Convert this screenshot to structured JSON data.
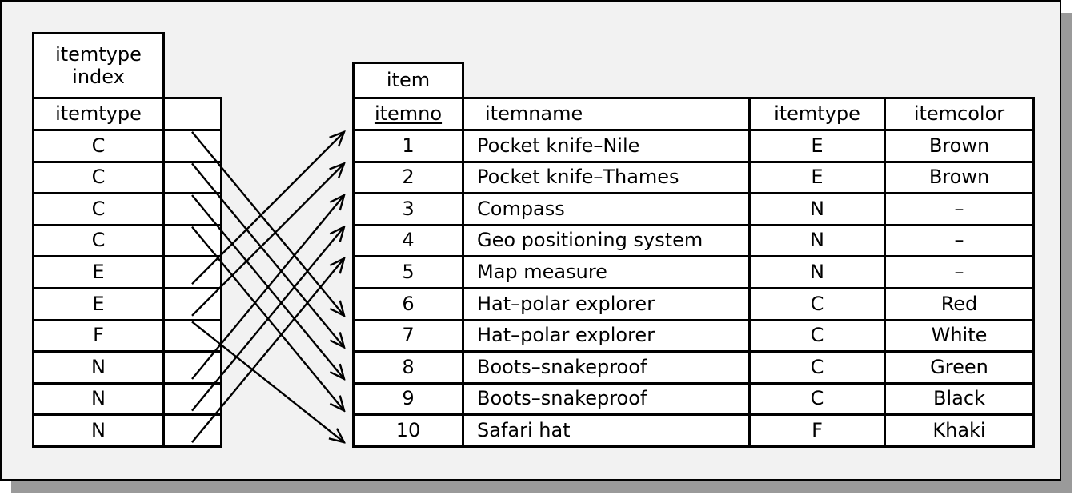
{
  "index_table": {
    "title": "itemtype\nindex",
    "header": "itemtype",
    "rows": [
      "C",
      "C",
      "C",
      "C",
      "E",
      "E",
      "F",
      "N",
      "N",
      "N"
    ]
  },
  "item_table": {
    "title": "item",
    "headers": [
      "itemno",
      "itemname",
      "itemtype",
      "itemcolor"
    ],
    "rows": [
      [
        "1",
        "Pocket knife–Nile",
        "E",
        "Brown"
      ],
      [
        "2",
        "Pocket knife–Thames",
        "E",
        "Brown"
      ],
      [
        "3",
        "Compass",
        "N",
        "–"
      ],
      [
        "4",
        "Geo positioning system",
        "N",
        "–"
      ],
      [
        "5",
        "Map measure",
        "N",
        "–"
      ],
      [
        "6",
        "Hat–polar explorer",
        "C",
        "Red"
      ],
      [
        "7",
        "Hat–polar explorer",
        "C",
        "White"
      ],
      [
        "8",
        "Boots–snakeproof",
        "C",
        "Green"
      ],
      [
        "9",
        "Boots–snakeproof",
        "C",
        "Black"
      ],
      [
        "10",
        "Safari hat",
        "F",
        "Khaki"
      ]
    ]
  },
  "pointers": [
    6,
    7,
    8,
    9,
    1,
    2,
    10,
    3,
    4,
    5
  ]
}
